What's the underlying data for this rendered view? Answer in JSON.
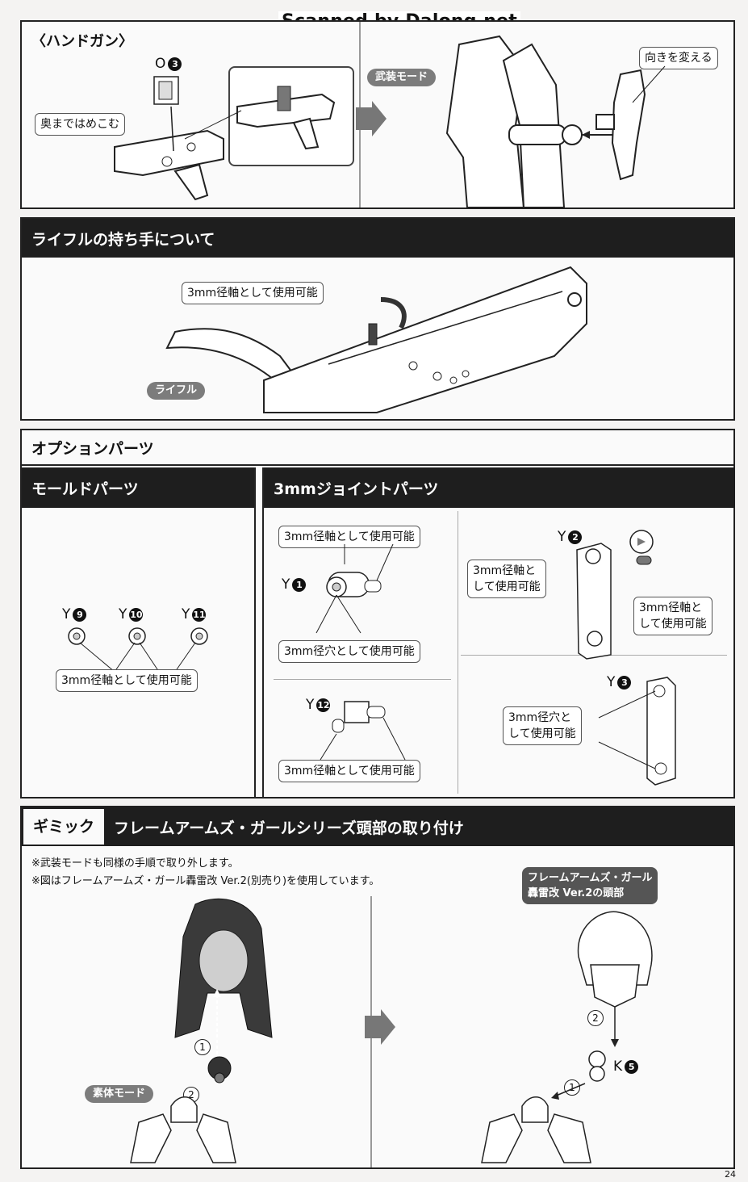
{
  "watermark": "Scanned by Dalong.net",
  "page_number": "24",
  "handgun": {
    "title": "〈ハンドガン〉",
    "part_letter": "O",
    "part_num": "3",
    "insert_note": "奥まではめこむ",
    "mode_label": "武装モード",
    "rotate_note": "向きを変える"
  },
  "rifle": {
    "title": "ライフルの持ち手について",
    "shaft_note": "3mm径軸として使用可能",
    "rifle_label": "ライフル"
  },
  "options": {
    "title": "オプションパーツ",
    "mold": {
      "title": "モールドパーツ",
      "parts": [
        {
          "letter": "Y",
          "num": "9"
        },
        {
          "letter": "Y",
          "num": "10"
        },
        {
          "letter": "Y",
          "num": "11"
        }
      ],
      "note": "3mm径軸として使用可能"
    },
    "joint": {
      "title": "3mmジョイントパーツ",
      "y1": {
        "letter": "Y",
        "num": "1",
        "shaft_note": "3mm径軸として使用可能",
        "hole_note": "3mm径穴として使用可能"
      },
      "y12": {
        "letter": "Y",
        "num": "12",
        "shaft_note": "3mm径軸として使用可能"
      },
      "y2": {
        "letter": "Y",
        "num": "2",
        "note_a": "3mm径軸と\nして使用可能",
        "note_b": "3mm径軸と\nして使用可能"
      },
      "y3": {
        "letter": "Y",
        "num": "3",
        "note": "3mm径穴と\nして使用可能"
      }
    }
  },
  "gimmick": {
    "tag": "ギミック",
    "title": "フレームアームズ・ガールシリーズ頭部の取り付け",
    "note1": "※武装モードも同様の手順で取り外します。",
    "note2": "※図はフレームアームズ・ガール轟雷改 Ver.2(別売り)を使用しています。",
    "body_mode": "素体モード",
    "head_label": "フレームアームズ・ガール\n轟雷改 Ver.2の頭部",
    "step1": "1",
    "step2": "2",
    "part_letter": "K",
    "part_num": "5"
  }
}
